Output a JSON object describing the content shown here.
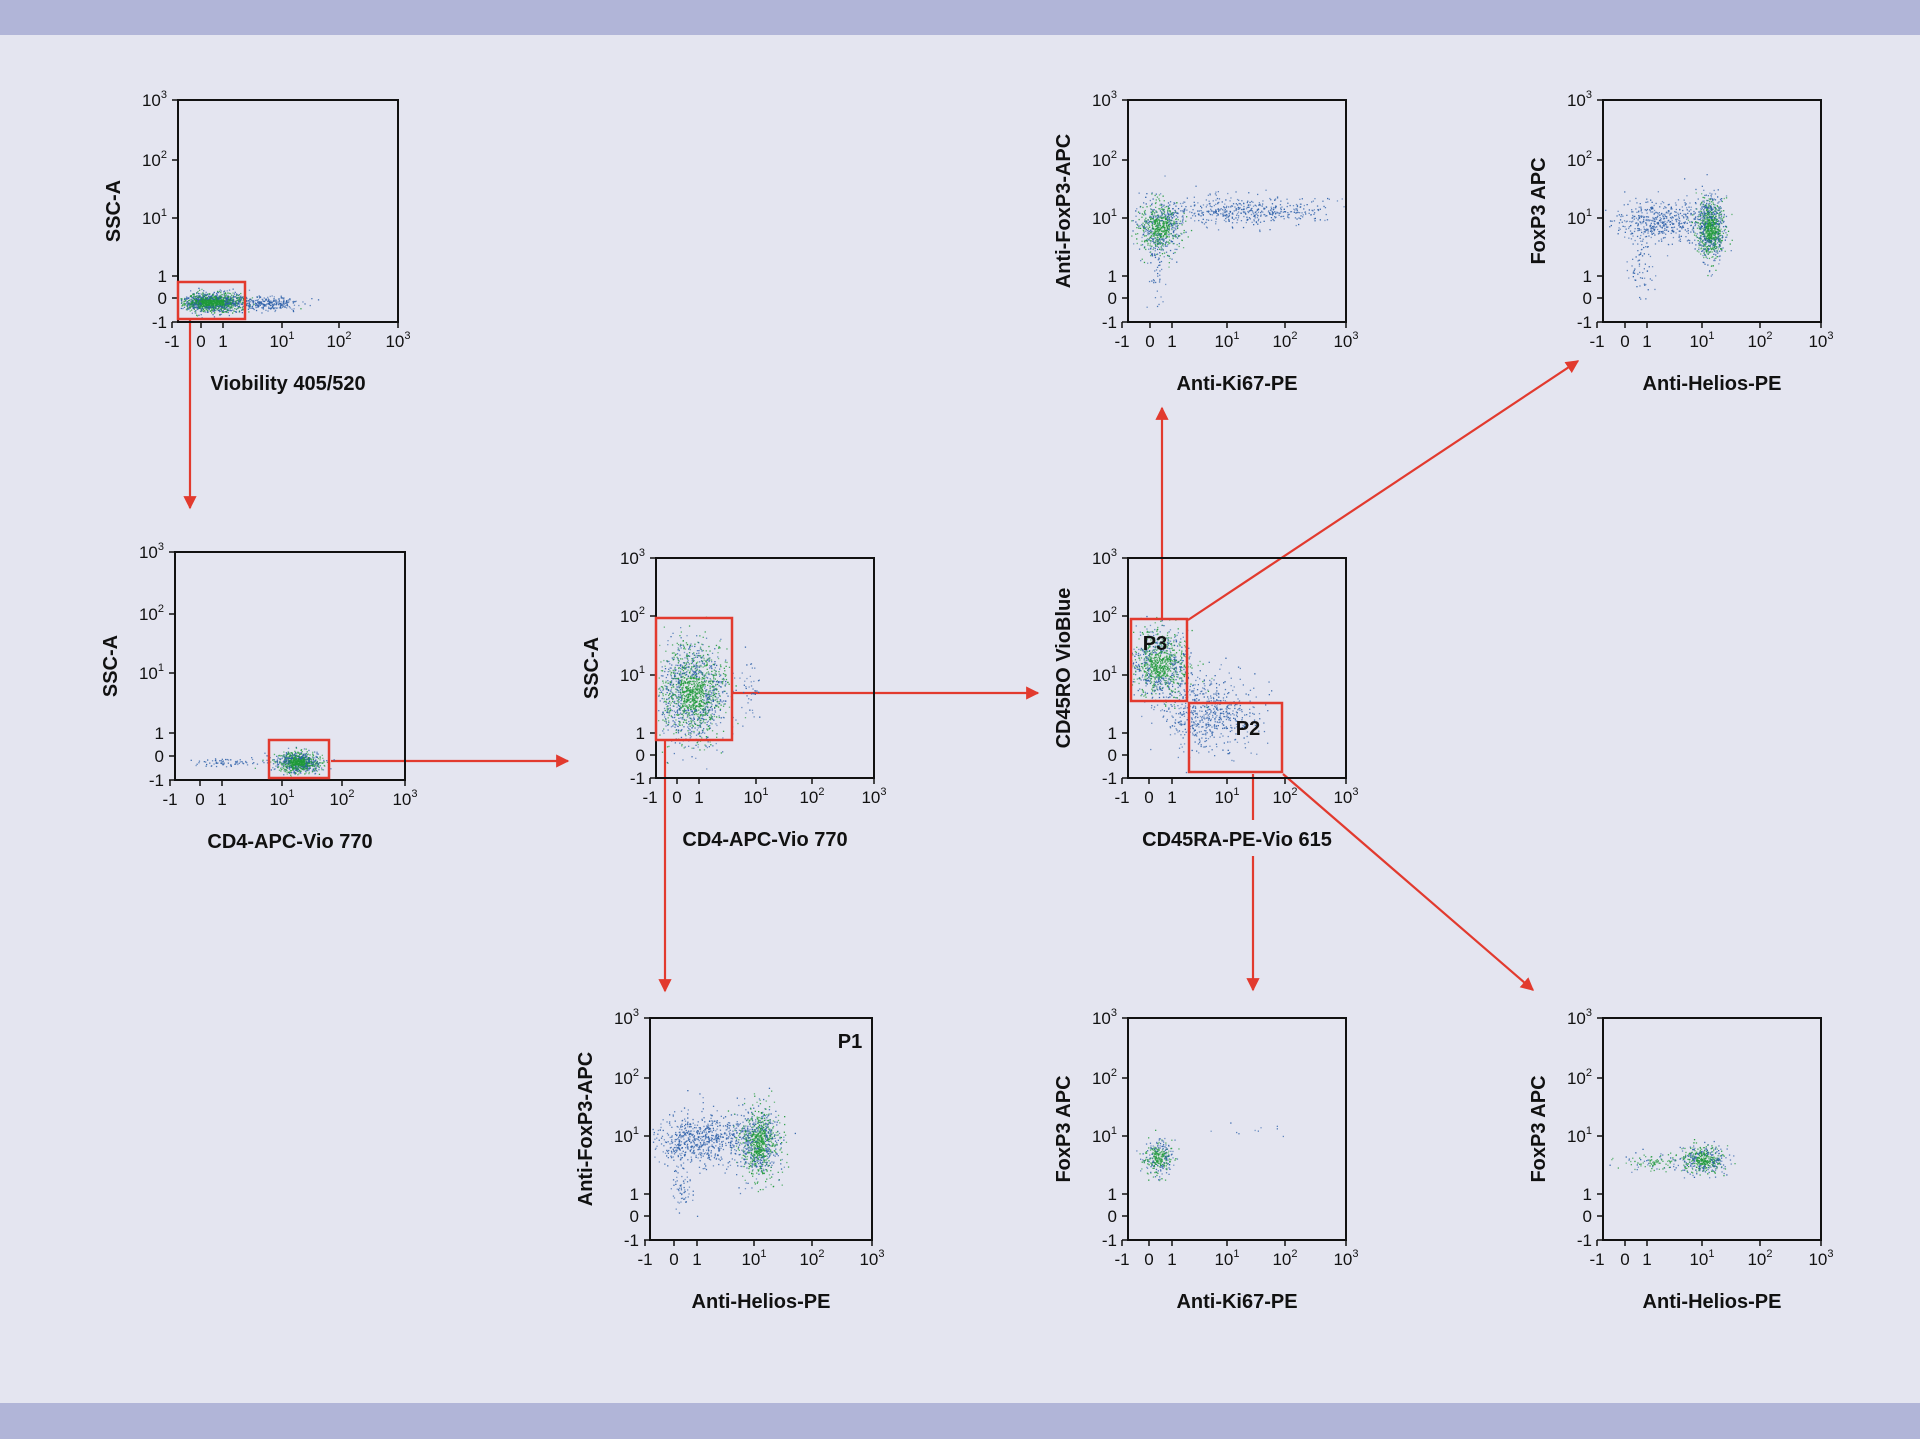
{
  "colors": {
    "background": "#e4e5f0",
    "band": "#b1b5d8",
    "gate": "#e23a2e",
    "dots_dense": "#1f9a3a",
    "dots_sparse": "#2b5fa8"
  },
  "tick_labels": [
    "-1",
    "0",
    "1",
    "10",
    "10",
    "10"
  ],
  "tick_exponents": [
    "",
    "",
    "",
    "1",
    "2",
    "3"
  ],
  "tick_labels_compact": [
    "-1",
    "0",
    "1",
    "10",
    "10"
  ],
  "tick_exponents_compact": [
    "",
    "",
    "",
    "1",
    "2"
  ],
  "plots": [
    {
      "id": "viability",
      "xlabel": "Viobility 405/520",
      "ylabel": "SSC-A",
      "gates": [
        {
          "label": ""
        }
      ]
    },
    {
      "id": "cd4-ssc-1",
      "xlabel": "CD4-APC-Vio 770",
      "ylabel": "SSC-A",
      "gates": [
        {
          "label": ""
        }
      ]
    },
    {
      "id": "cd4-ssc-2",
      "xlabel": "CD4-APC-Vio 770",
      "ylabel": "SSC-A",
      "gates": [
        {
          "label": ""
        }
      ]
    },
    {
      "id": "cd45",
      "xlabel": "CD45RA-PE-Vio 615",
      "ylabel": "CD45RO VioBlue",
      "gates": [
        {
          "label": "P3"
        },
        {
          "label": "P2"
        }
      ]
    },
    {
      "id": "p3-ki67",
      "xlabel": "Anti-Ki67-PE",
      "ylabel": "Anti-FoxP3-APC",
      "gates": []
    },
    {
      "id": "p3-helios",
      "xlabel": "Anti-Helios-PE",
      "ylabel": "FoxP3 APC",
      "gates": []
    },
    {
      "id": "p1-helios",
      "xlabel": "Anti-Helios-PE",
      "ylabel": "Anti-FoxP3-APC",
      "gates": [],
      "corner_label": "P1"
    },
    {
      "id": "p2-ki67",
      "xlabel": "Anti-Ki67-PE",
      "ylabel": "FoxP3 APC",
      "gates": []
    },
    {
      "id": "p2-helios",
      "xlabel": "Anti-Helios-PE",
      "ylabel": "FoxP3 APC",
      "gates": []
    }
  ]
}
